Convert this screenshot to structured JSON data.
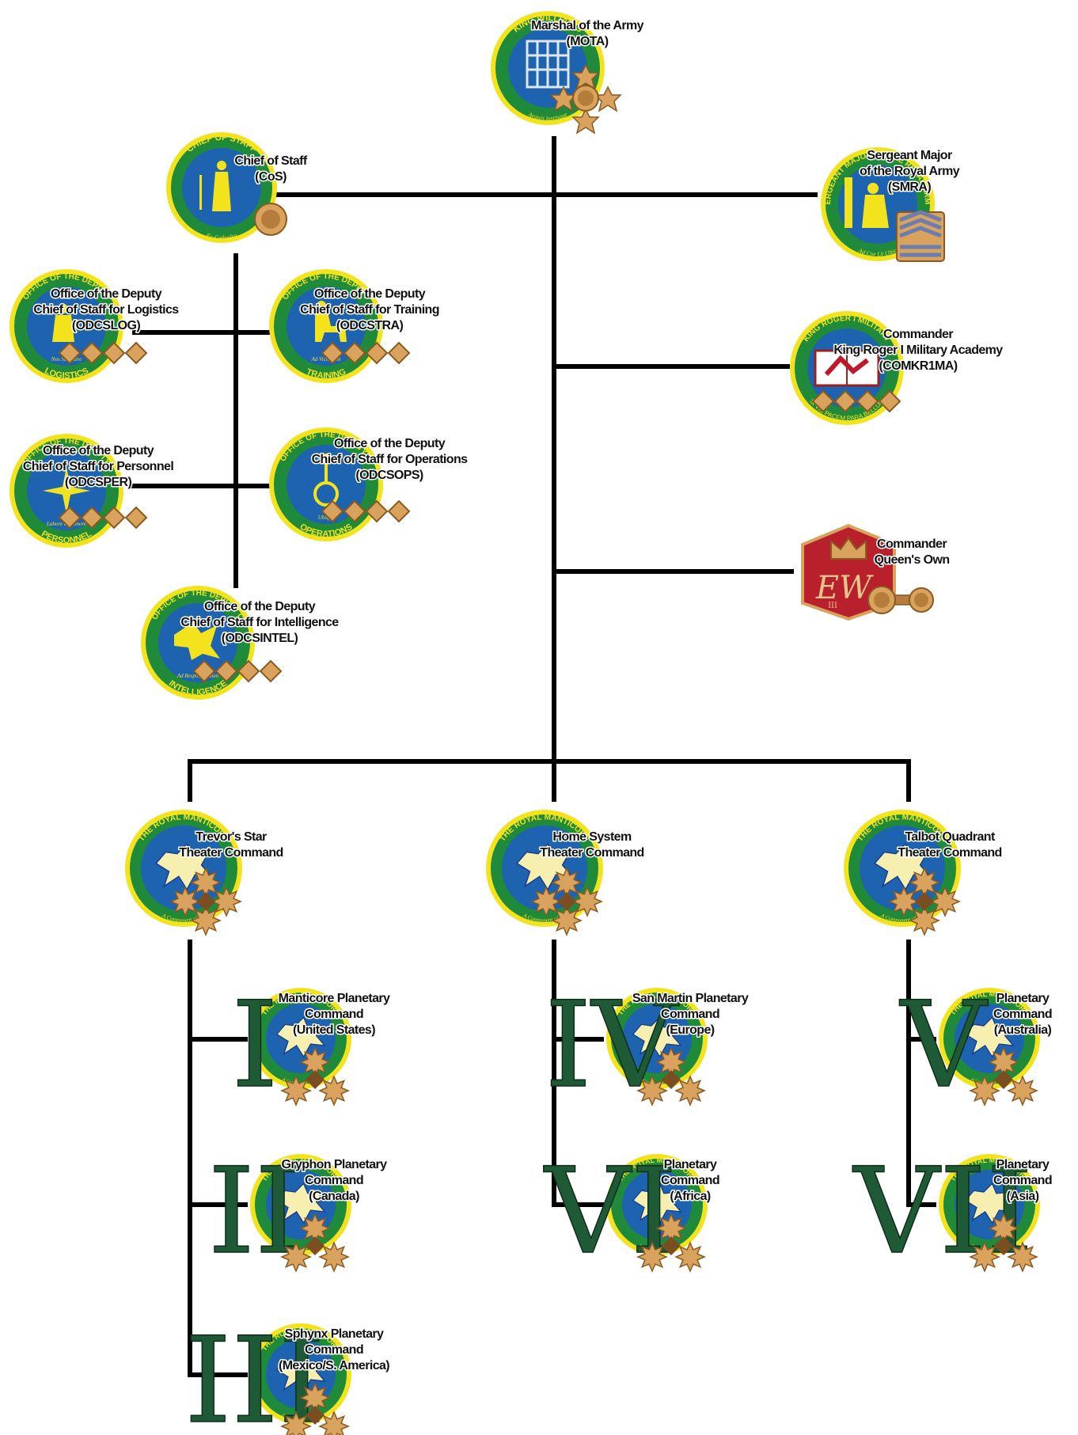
{
  "colors": {
    "seal_blue": "#1e63b0",
    "seal_green": "#1f8a3a",
    "seal_yellow": "#f3e31c",
    "gold": "#d9a35e",
    "gold_dark": "#8a5a22",
    "numeral_green": "#1e5a35",
    "queens_red": "#b8202b"
  },
  "mota": {
    "label": [
      "Marshal of the Army",
      "(MOTA)"
    ],
    "seal_text": [
      "KING WILLIAM'S",
      "Aequis iustisque"
    ]
  },
  "cos": {
    "label": [
      "Chief of Staff",
      "(CoS)"
    ],
    "seal_text": [
      "CHIEF OF STAFF",
      "Ex Cathedra"
    ]
  },
  "smra": {
    "label": [
      "Sergeant Major",
      "of the Royal Army",
      "(SMRA)"
    ],
    "seal_text": [
      "SERGEANT MAJOR OF THE ROYAL ARMY",
      "Ad Cor Ut Ultio"
    ]
  },
  "comkr1ma": {
    "label": [
      "Commander",
      "King Roger I Military Academy",
      "(COMKR1MA)"
    ],
    "seal_text": [
      "KING ROGER I MILITARY",
      "SI VIS PACEM PARA BELLUM"
    ]
  },
  "queens_own": {
    "label": [
      "Commander",
      "Queen's Own"
    ],
    "monogram": "EW",
    "numeral": "III"
  },
  "odcslog": {
    "label": [
      "Office of the Deputy",
      "Chief of Staff for Logistics",
      "(ODCSLOG)"
    ],
    "seal_text": [
      "OFFICE OF THE DEPUTY",
      "LOGISTICS",
      "Nos Sustinere"
    ]
  },
  "odcstra": {
    "label": [
      "Office of the Deputy",
      "Chief of Staff for Training",
      "(ODCSTRA)"
    ],
    "seal_text": [
      "OFFICE OF THE DEPUTY",
      "TRAINING",
      "Ad Victoriam"
    ]
  },
  "odcsper": {
    "label": [
      "Office of the Deputy",
      "Chief of Staff for Personnel",
      "(ODCSPER)"
    ],
    "seal_text": [
      "OFFICE OF THE DEPUTY",
      "PERSONNEL",
      "Labore & Honore"
    ]
  },
  "odcsops": {
    "label": [
      "Office of the Deputy",
      "Chief of Staff for Operations",
      "(ODCSOPS)"
    ],
    "seal_text": [
      "OFFICE OF THE DEPUTY C",
      "OPERATIONS",
      "Ubique"
    ]
  },
  "odcsintel": {
    "label": [
      "Office of the Deputy",
      "Chief of Staff for Intelligence",
      "(ODCSINTEL)"
    ],
    "seal_text": [
      "OFFICE OF THE DEPUTY C",
      "INTELLIGENCE",
      "Ad Respondendum"
    ]
  },
  "theater_seal_text": [
    "THE ROYAL MANTICORE",
    "A Component of the"
  ],
  "theaters": [
    {
      "label": [
        "Trevor's Star",
        "Theater Command"
      ]
    },
    {
      "label": [
        "Home System",
        "Theater Command"
      ]
    },
    {
      "label": [
        "Talbot Quadrant",
        "Theater Command"
      ]
    }
  ],
  "planetary": [
    {
      "numeral": "I",
      "label": [
        "Manticore Planetary",
        "Command",
        "(United States)"
      ]
    },
    {
      "numeral": "II",
      "label": [
        "Gryphon Planetary",
        "Command",
        "(Canada)"
      ]
    },
    {
      "numeral": "III",
      "label": [
        "Sphynx Planetary",
        "Command",
        "(Mexico/S. America)"
      ]
    },
    {
      "numeral": "IV",
      "label": [
        "San Martin Planetary",
        "Command",
        "(Europe)"
      ]
    },
    {
      "numeral": "VI",
      "label": [
        "Planetary",
        "Command",
        "(Africa)"
      ]
    },
    {
      "numeral": "V",
      "label": [
        "Planetary",
        "Command",
        "(Australia)"
      ]
    },
    {
      "numeral": "VII",
      "label": [
        "Planetary",
        "Command",
        "(Asia)"
      ]
    }
  ]
}
